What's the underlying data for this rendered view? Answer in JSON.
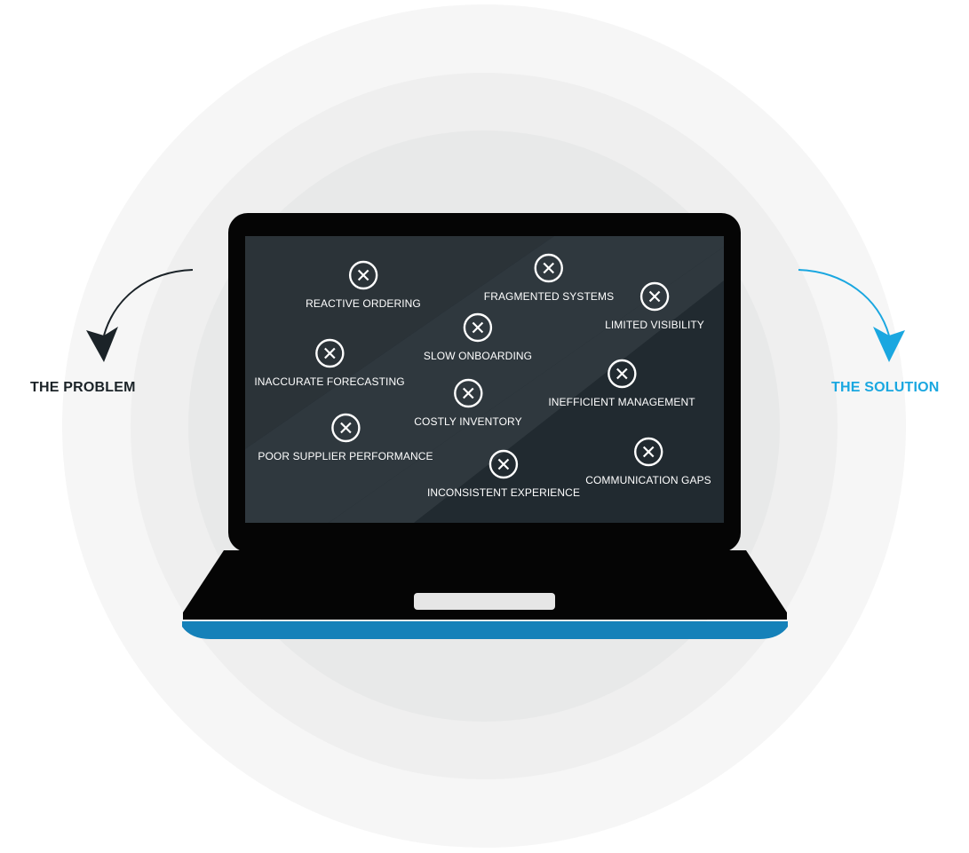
{
  "left_label": "THE PROBLEM",
  "right_label": "THE SOLUTION",
  "colors": {
    "problem": "#1b2328",
    "solution": "#1aa7e0",
    "laptop_base_stripe": "#1581b9",
    "screen": "#212a30"
  },
  "issues": [
    {
      "label": "REACTIVE ORDERING",
      "icon": "x-circle-icon"
    },
    {
      "label": "FRAGMENTED SYSTEMS",
      "icon": "x-circle-icon"
    },
    {
      "label": "LIMITED VISIBILITY",
      "icon": "x-circle-icon"
    },
    {
      "label": "SLOW ONBOARDING",
      "icon": "x-circle-icon"
    },
    {
      "label": "INACCURATE FORECASTING",
      "icon": "x-circle-icon"
    },
    {
      "label": "INEFFICIENT MANAGEMENT",
      "icon": "x-circle-icon"
    },
    {
      "label": "COSTLY INVENTORY",
      "icon": "x-circle-icon"
    },
    {
      "label": "POOR SUPPLIER PERFORMANCE",
      "icon": "x-circle-icon"
    },
    {
      "label": "COMMUNICATION GAPS",
      "icon": "x-circle-icon"
    },
    {
      "label": "INCONSISTENT EXPERIENCE",
      "icon": "x-circle-icon"
    }
  ]
}
